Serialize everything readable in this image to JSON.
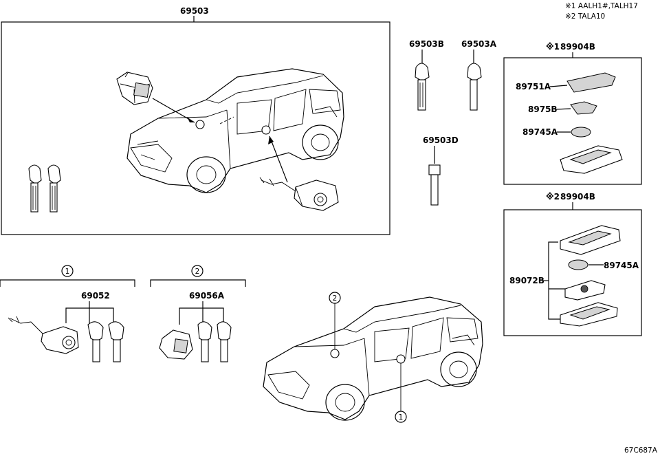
{
  "notes": {
    "note1": "※1 AALH1#,TALH17",
    "note2": "※2 TALA10"
  },
  "parts": {
    "p69503": "69503",
    "p69503B": "69503B",
    "p69503A": "69503A",
    "p69503D": "69503D",
    "p89904B_1": "89904B",
    "p89904B_1_mark": "※1",
    "p89751A": "89751A",
    "p8975B": "8975B",
    "p89745A_1": "89745A",
    "p89904B_2": "89904B",
    "p89904B_2_mark": "※2",
    "p89745A_2": "89745A",
    "p89072B": "89072B",
    "p69052": "69052",
    "p69056A": "69056A"
  },
  "callouts": {
    "c1": "1",
    "c2": "2",
    "c1b": "1",
    "c2b": "2"
  },
  "diagram_code": "67C687A"
}
